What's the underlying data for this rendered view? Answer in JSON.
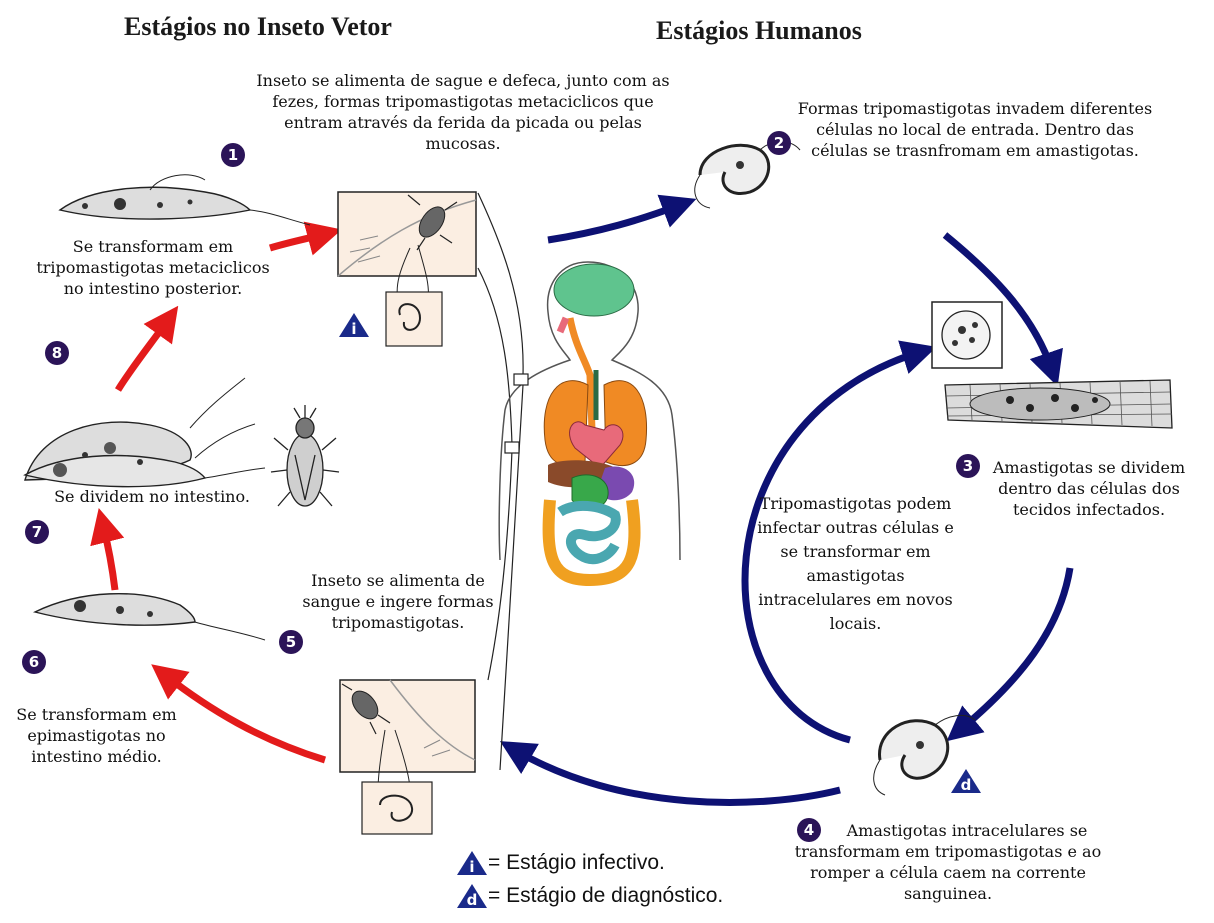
{
  "headings": {
    "vector": "Estágios no Inseto Vetor",
    "human": "Estágios Humanos"
  },
  "steps": [
    {
      "badge": "1",
      "text": "Inseto se alimenta de sague e defeca, junto com as fezes, formas tripomastigotas metaciclicos que entram através da ferida da picada ou pelas mucosas."
    },
    {
      "badge": "2",
      "text": "Formas tripomastigotas invadem diferentes células no local de entrada. Dentro das células se trasnfromam em amastigotas."
    },
    {
      "badge": "3",
      "text": "Amastigotas se dividem dentro das células dos tecidos infectados."
    },
    {
      "badge": "4",
      "text": "Amastigotas intracelulares se transformam em tripomastigotas e ao romper a célula caem na corrente sanguinea."
    },
    {
      "badge": "5",
      "text": "Inseto se alimenta de sangue e ingere formas tripomastigotas."
    },
    {
      "badge": "6",
      "text": "Se transformam em epimastigotas no intestino médio."
    },
    {
      "badge": "7",
      "text": "Se dividem no intestino."
    },
    {
      "badge": "8",
      "text": "Se transformam em tripomastigotas metaciclicos no intestino posterior."
    }
  ],
  "center_note": "Tripomastigotas podem infectar outras células e se transformar em amastigotas intracelulares em novos locais.",
  "stage_markers": {
    "infective": "i",
    "diagnostic": "d"
  },
  "legend": {
    "infective_label": "= Estágio infectivo.",
    "diagnostic_label": "= Estágio de diagnóstico."
  },
  "colors": {
    "human_arrow": "#0d1173",
    "vector_arrow": "#e31b1b",
    "badge": "#2b1458",
    "marker": "#1a2a8a",
    "brain": "#5fc48e",
    "lungs": "#f08a24",
    "heart": "#e86a7a",
    "liver": "#8a4a2a",
    "stomach": "#38a84a",
    "intestine_small": "#4aa7b0",
    "intestine_large": "#f0a020"
  }
}
